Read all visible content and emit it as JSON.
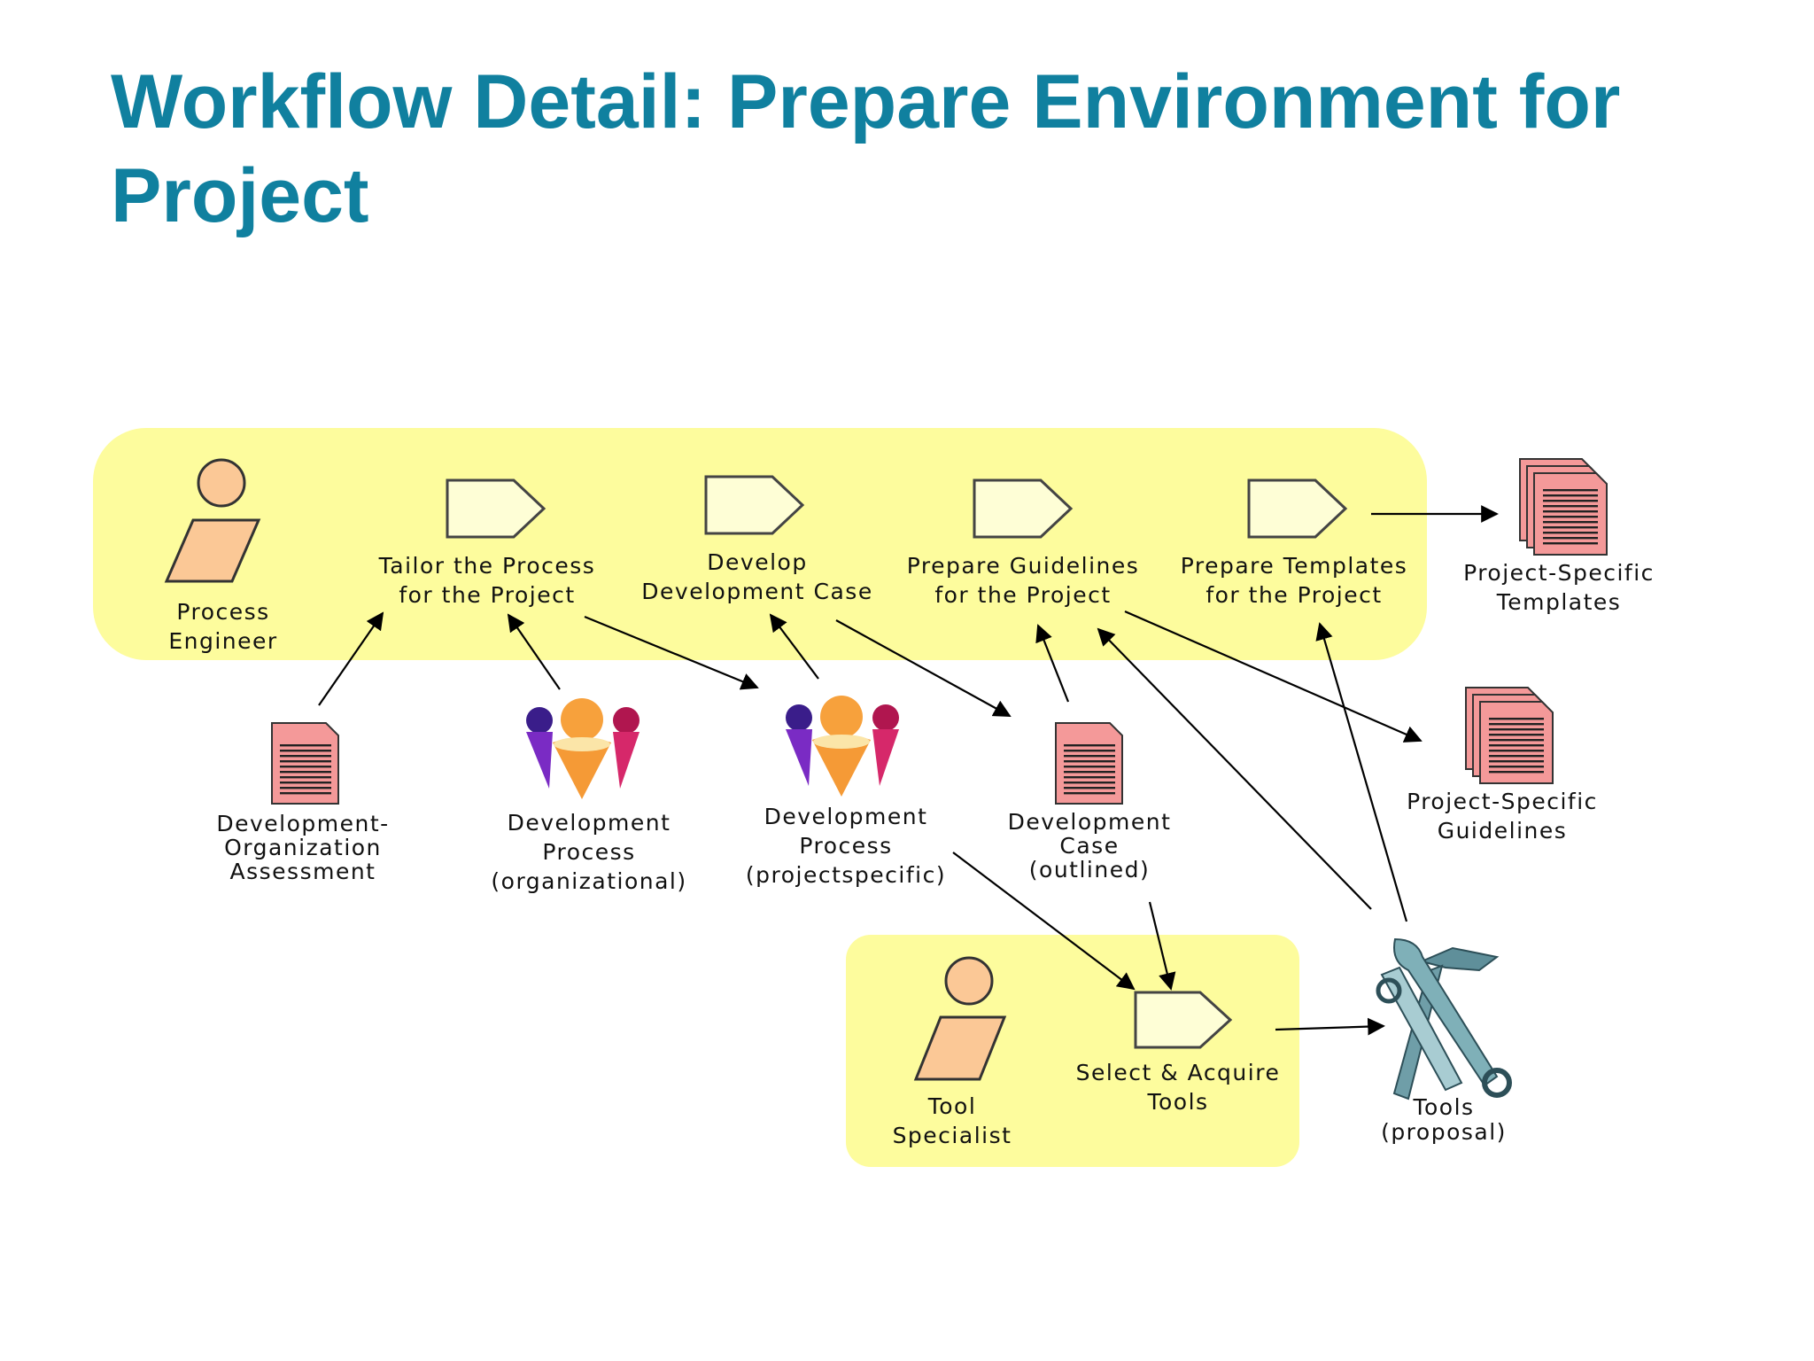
{
  "title": {
    "line1": "Workflow Detail: Prepare Environment for",
    "line2": "Project"
  },
  "roles": {
    "process_engineer": [
      "Process",
      "Engineer"
    ],
    "tool_specialist": [
      "Tool",
      "Specialist"
    ]
  },
  "activities": {
    "tailor_process": [
      "Tailor the Process",
      "for the Project"
    ],
    "develop_dev_case": [
      "Develop",
      "Development Case"
    ],
    "prepare_guidelines": [
      "Prepare Guidelines",
      "for the Project"
    ],
    "prepare_templates": [
      "Prepare Templates",
      "for the Project"
    ],
    "select_acquire_tools": [
      "Select & Acquire",
      "Tools"
    ]
  },
  "artifacts": {
    "project_templates": [
      "Project-Specific",
      "Templates"
    ],
    "project_guidelines": [
      "Project-Specific",
      "Guidelines"
    ],
    "dev_org_assessment": [
      "Development-",
      "Organization",
      "Assessment"
    ],
    "dev_process_org": [
      "Development",
      "Process",
      "(organizational)"
    ],
    "dev_process_proj": [
      "Development",
      "Process",
      "(projectspecific)"
    ],
    "dev_case_outlined": [
      "Development",
      "Case",
      "(outlined)"
    ],
    "tools_proposal": [
      "Tools",
      "(proposal)"
    ]
  },
  "icons": {
    "role": "worker-icon",
    "activity": "activity-pentagon-icon",
    "document": "document-icon",
    "document_set": "document-stack-icon",
    "process_model": "people-group-icon",
    "tools": "tools-icon"
  },
  "colors": {
    "title": "#10809f",
    "swimlane": "#fdfc9d",
    "activity_fill": "#fefed6",
    "role_fill": "#fbc896",
    "document_fill": "#f49999"
  }
}
